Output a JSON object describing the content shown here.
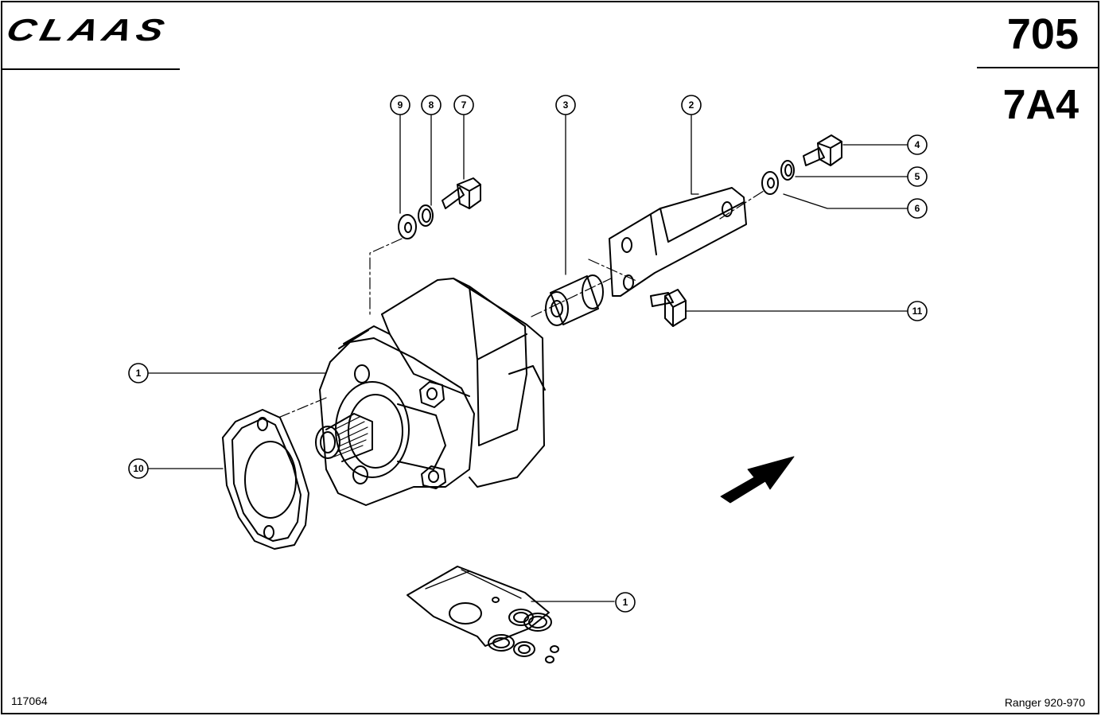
{
  "header": {
    "brand": "CLAAS",
    "page_number": "705",
    "section_code": "7A4"
  },
  "footer": {
    "drawing_number": "117064",
    "model": "Ranger 920-970"
  },
  "callouts": {
    "c9": "9",
    "c8": "8",
    "c7": "7",
    "c3": "3",
    "c2": "2",
    "c4": "4",
    "c5": "5",
    "c6": "6",
    "c11": "11",
    "c1a": "1",
    "c10": "10",
    "c1b": "1"
  }
}
